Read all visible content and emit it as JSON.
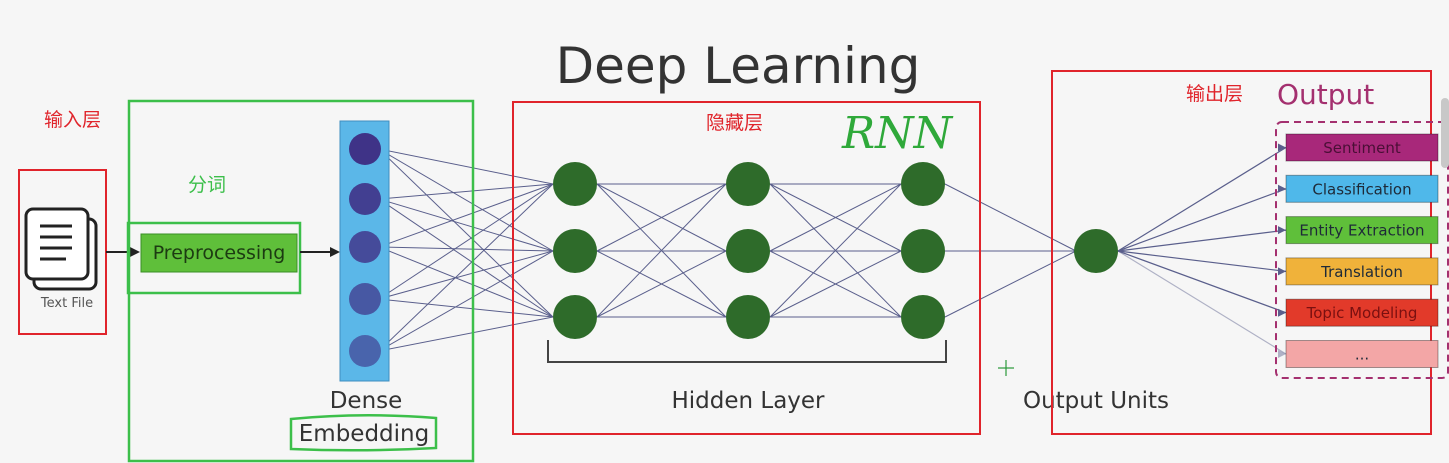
{
  "title": "Deep Learning",
  "annotations": {
    "input_layer": "输入层",
    "tokenization": "分词",
    "hidden_layer": "隐藏层",
    "rnn": "RNN",
    "output_layer": "输出层"
  },
  "input": {
    "file_label": "Text File"
  },
  "preprocessing": {
    "label": "Preprocessing"
  },
  "embedding": {
    "label_line1": "Dense",
    "label_line2": "Embedding"
  },
  "hidden": {
    "label": "Hidden Layer"
  },
  "output_units": {
    "label": "Output Units"
  },
  "outputs": {
    "title": "Output",
    "items": [
      {
        "label": "Sentiment",
        "color": "#a8287a"
      },
      {
        "label": "Classification",
        "color": "#4fb8ea"
      },
      {
        "label": "Entity Extraction",
        "color": "#5fbf3a"
      },
      {
        "label": "Translation",
        "color": "#f0b23a"
      },
      {
        "label": "Topic Modeling",
        "color": "#e23a2a"
      },
      {
        "label": "...",
        "color": "#f3a6a6"
      }
    ]
  },
  "colors": {
    "red_box": "#e0242b",
    "green_box": "#3cbf4a",
    "node": "#2e6b2a",
    "embedding_bar": "#5bb7e8",
    "embedding_node": "#3e2b82",
    "connection": "#5a5f8c",
    "title_color": "#a4306f"
  }
}
